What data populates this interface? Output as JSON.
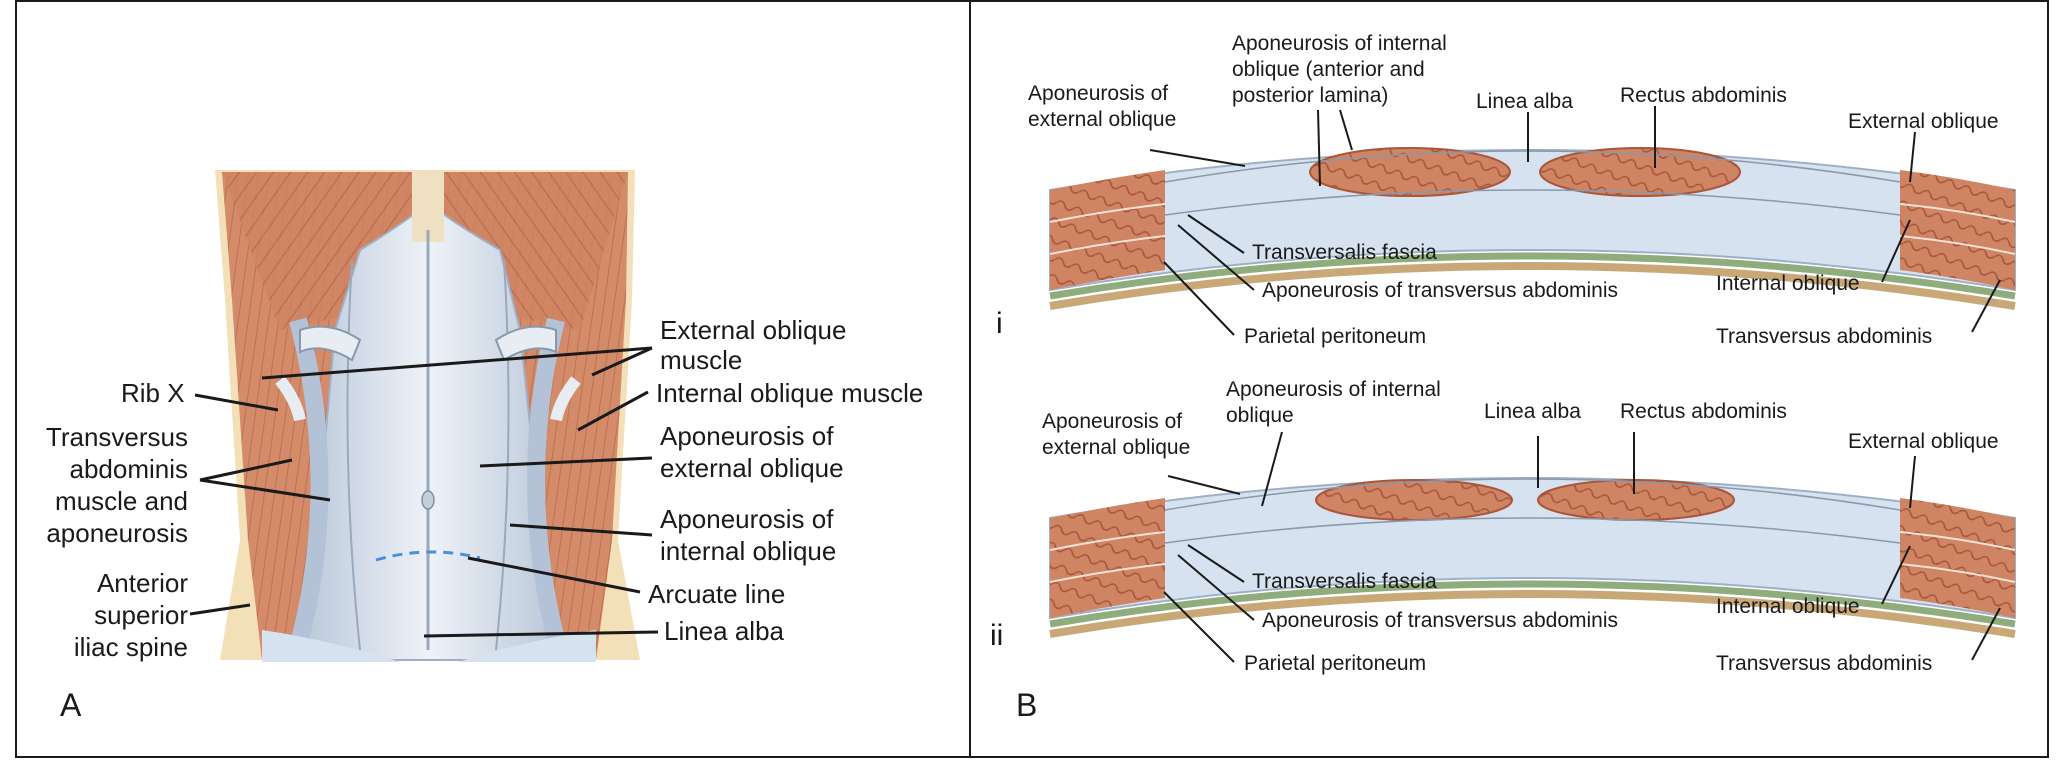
{
  "panel_a": {
    "letter": "A",
    "labels": {
      "rib_x": "Rib X",
      "transversus_1": "Transversus",
      "transversus_2": "abdominis",
      "transversus_3": "muscle and",
      "transversus_4": "aponeurosis",
      "asis_1": "Anterior",
      "asis_2": "superior",
      "asis_3": "iliac spine",
      "ext_obl_1": "External oblique",
      "ext_obl_2": "muscle",
      "int_obl": "Internal oblique muscle",
      "apo_ext_1": "Aponeurosis of",
      "apo_ext_2": "external oblique",
      "apo_int_1": "Aponeurosis of",
      "apo_int_2": "internal oblique",
      "arcuate": "Arcuate line",
      "linea": "Linea alba"
    }
  },
  "panel_b": {
    "letter": "B",
    "section_i": {
      "roman": "i",
      "apo_int_1": "Aponeurosis of internal",
      "apo_int_2": "oblique (anterior and",
      "apo_int_3": "posterior lamina)",
      "apo_ext_1": "Aponeurosis of",
      "apo_ext_2": "external oblique",
      "linea": "Linea alba",
      "rectus": "Rectus abdominis",
      "ext_obl": "External oblique",
      "transversalis": "Transversalis fascia",
      "apo_trans": "Aponeurosis of transversus abdominis",
      "int_obl": "Internal oblique",
      "parietal": "Parietal peritoneum",
      "trans_abd": "Transversus abdominis"
    },
    "section_ii": {
      "roman": "ii",
      "apo_int_1": "Aponeurosis of internal",
      "apo_int_2": "oblique",
      "apo_ext_1": "Aponeurosis of",
      "apo_ext_2": "external oblique",
      "linea": "Linea alba",
      "rectus": "Rectus abdominis",
      "ext_obl": "External oblique",
      "transversalis": "Transversalis fascia",
      "apo_trans": "Aponeurosis of transversus abdominis",
      "int_obl": "Internal oblique",
      "parietal": "Parietal peritoneum",
      "trans_abd": "Transversus abdominis"
    }
  },
  "colors": {
    "muscle": "#cf8463",
    "muscle_dark": "#a9563a",
    "aponeurosis": "#d6e2ef",
    "fascia_green": "#8fac7c",
    "peritoneum_tan": "#c9a877",
    "skin": "#f3dfb8"
  }
}
